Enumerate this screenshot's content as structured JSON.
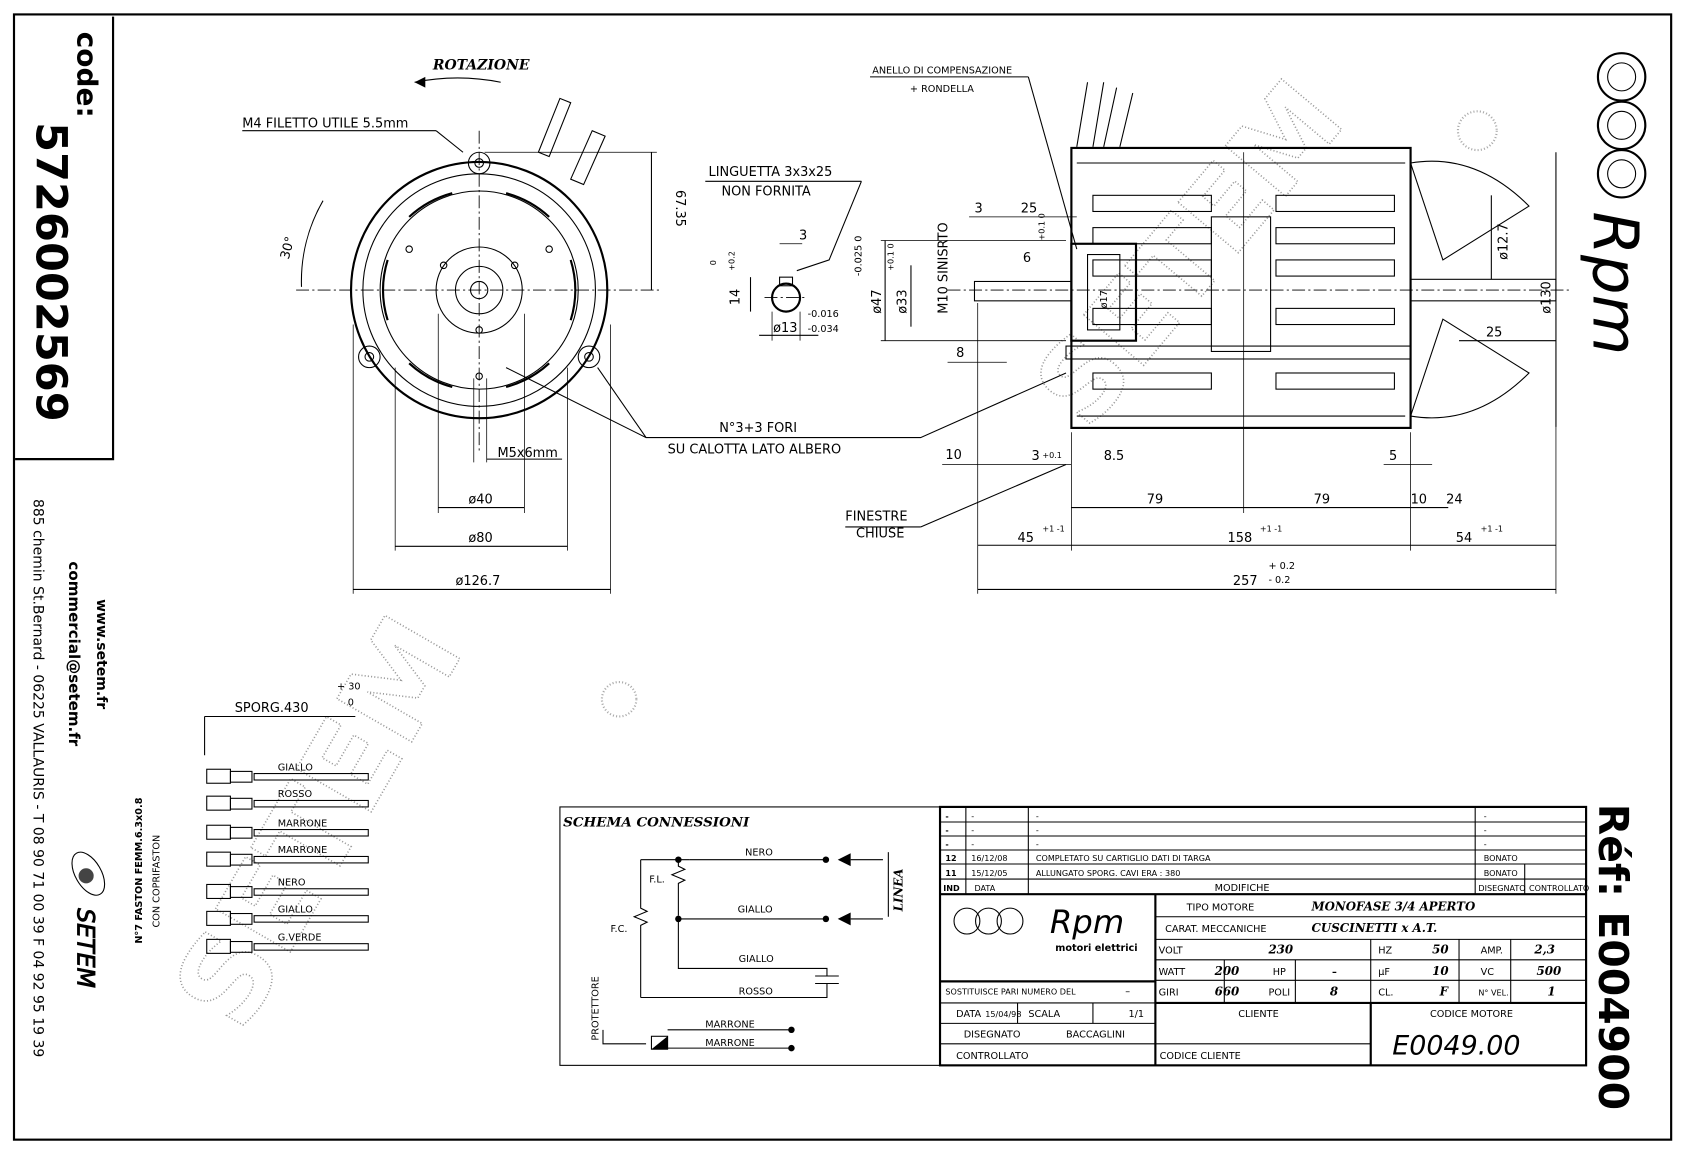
{
  "sidebar": {
    "code_label": "code:",
    "code": "5726002569",
    "website": "www.setem.fr",
    "email": "commercial@setem.fr",
    "address": "885 chemin St.Bernard  -  06225 VALLAURIS  -  T 08 90 71 00 39   F 04 92 95 19 39",
    "brand": "SETEM"
  },
  "right": {
    "logo": "Rpm",
    "ref": "Réf: E004900"
  },
  "watermark": "SETEM",
  "front_view": {
    "rotation": "ROTAZIONE",
    "thread": "M4 FILETTO UTILE 5.5mm",
    "angle": "30°",
    "d1": "67.35",
    "screw": "M5x6mm",
    "dia40": "ø40",
    "dia80": "ø80",
    "dia126": "ø126.7",
    "holes1": "N°3+3 FORI",
    "holes2": "SU CALOTTA LATO ALBERO"
  },
  "key": {
    "l1": "LINGUETTA 3x3x25",
    "l2": "NON FORNITA",
    "w": "3",
    "h": "14",
    "h_tol_up": "+0.2",
    "h_tol_lo": "0",
    "dia": "ø13",
    "dia_tol_up": "-0.016",
    "dia_tol_lo": "-0.034"
  },
  "side_view": {
    "ring1": "ANELLO DI COMPENSAZIONE",
    "ring2": "+ RONDELLA",
    "d3": "3",
    "d25": "25",
    "d6": "6",
    "d6_tol": "+0.1 0",
    "dia47": "ø47",
    "dia47_tol": "-0.025 0",
    "dia33": "ø33",
    "dia33_tol": "+0.1 0",
    "thread": "M10 SINISRTO",
    "dia17": "ø17",
    "d8": "8",
    "d10": "10",
    "d3b": "3",
    "d3b_tol": "+0.1",
    "d85": "8.5",
    "d5": "5",
    "d79a": "79",
    "d79b": "79",
    "d10b": "10",
    "d24": "24",
    "d45": "45",
    "d158": "158",
    "d54": "54",
    "tol_pm1": "+1 -1",
    "d257": "257",
    "d257_tol_up": "+ 0.2",
    "d257_tol_lo": "- 0.2",
    "dia127": "ø12.7",
    "d25b": "25",
    "dia130": "ø130",
    "win1": "FINESTRE",
    "win2": "CHIUSE"
  },
  "cables": {
    "sporg": "SPORG.430",
    "sporg_tol_up": "+ 30",
    "sporg_tol_lo": "0",
    "wires": [
      "GIALLO",
      "ROSSO",
      "MARRONE",
      "MARRONE",
      "NERO",
      "GIALLO",
      "G.VERDE"
    ],
    "faston1": "N°7 FASTON FEMM.6.3x0.8",
    "faston2": "CON COPRIFASTON"
  },
  "schema": {
    "title": "SCHEMA CONNESSIONI",
    "nero": "NERO",
    "fl": "F.L.",
    "giallo1": "GIALLO",
    "fc": "F.C.",
    "giallo2": "GIALLO",
    "rosso": "ROSSO",
    "protettore": "PROTETTORE",
    "marrone1": "MARRONE",
    "marrone2": "MARRONE",
    "linea": "LINEA"
  },
  "title_block": {
    "revisions": [
      {
        "ind": "-",
        "data": "-",
        "mod": "-",
        "dis": "-"
      },
      {
        "ind": "-",
        "data": "-",
        "mod": "-",
        "dis": "-"
      },
      {
        "ind": "-",
        "data": "-",
        "mod": "-",
        "dis": "-"
      },
      {
        "ind": "12",
        "data": "16/12/08",
        "mod": "COMPLETATO SU CARTIGLIO  DATI DI TARGA",
        "dis": "BONATO"
      },
      {
        "ind": "11",
        "data": "15/12/05",
        "mod": "ALLUNGATO SPORG. CAVI ERA : 380",
        "dis": "BONATO"
      }
    ],
    "headers": {
      "ind": "IND",
      "data": "DATA",
      "mod": "MODIFICHE",
      "dis": "DISEGNATO",
      "con": "CONTROLLATO"
    },
    "logo": "Rpm",
    "logo_sub": "motori elettrici",
    "tipo_label": "TIPO MOTORE",
    "tipo": "MONOFASE 3/4 APERTO",
    "carat_label": "CARAT. MECCANICHE",
    "carat": "CUSCINETTI x A.T.",
    "volt_l": "VOLT",
    "volt": "230",
    "hz_l": "HZ",
    "hz": "50",
    "amp_l": "AMP.",
    "amp": "2,3",
    "watt_l": "WATT",
    "watt": "200",
    "hp_l": "HP",
    "hp": "–",
    "uf_l": "µF",
    "uf": "10",
    "vc_l": "VC",
    "vc": "500",
    "giri_l": "GIRI",
    "giri": "660",
    "poli_l": "POLI",
    "poli": "8",
    "cl_l": "CL.",
    "cl": "F",
    "vel_l": "N° VEL.",
    "vel": "1",
    "sost_l": "SOSTITUISCE PARI NUMERO DEL",
    "sost": "–",
    "data_l": "DATA",
    "data": "15/04/98",
    "scala_l": "SCALA",
    "scala": "1/1",
    "dis_l": "DISEGNATO",
    "dis": "BACCAGLINI",
    "con_l": "CONTROLLATO",
    "cliente_l": "CLIENTE",
    "cod_cli_l": "CODICE CLIENTE",
    "cod_mot_l": "CODICE MOTORE",
    "cod_mot": "E0049.00"
  }
}
